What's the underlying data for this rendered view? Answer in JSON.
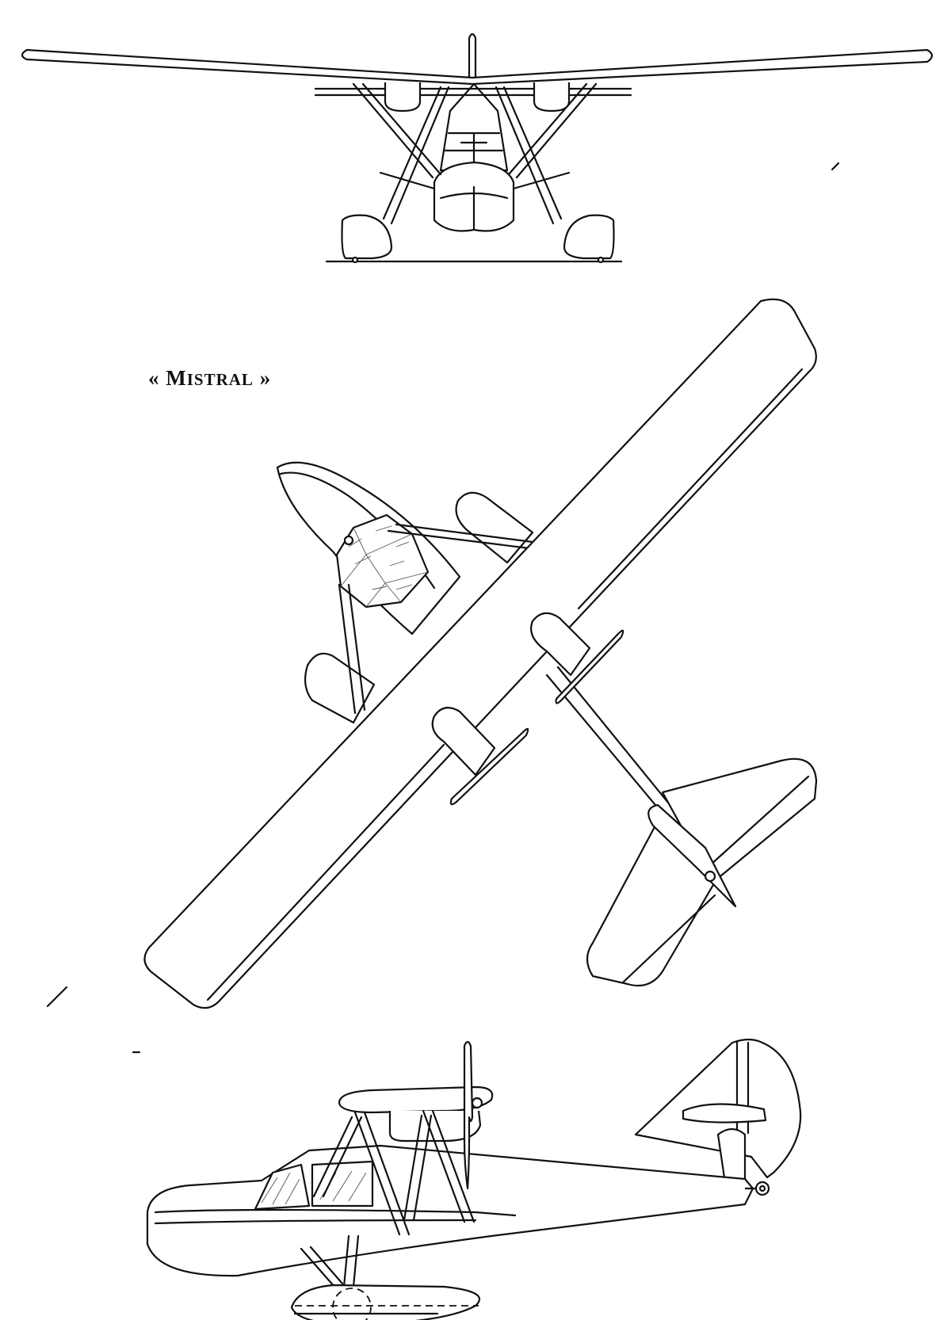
{
  "title": {
    "open_quote": "«",
    "initial": "M",
    "rest": "ISTRAL",
    "close_quote": "»"
  },
  "views": [
    "front-view",
    "top-view",
    "side-view"
  ]
}
